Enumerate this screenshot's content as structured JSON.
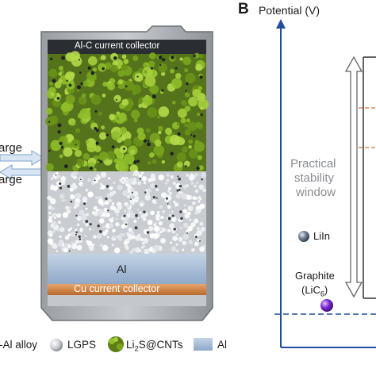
{
  "left_arrows": {
    "upper_label": "arge",
    "lower_label": "arge"
  },
  "cell": {
    "top_collector_label": "Al-C current collector",
    "anode_label": "Al",
    "bottom_collector_label": "Cu current collector"
  },
  "legend": {
    "alloy_label": "-Al alloy",
    "lgps_label": "LGPS",
    "li2s_prefix": "Li",
    "li2s_sub": "2",
    "li2s_suffix": "S@CNTs",
    "al_label": "Al"
  },
  "panel_b": {
    "letter": "B",
    "axis_label": "Potential (V)",
    "window_line1": "Practical",
    "window_line2": "stability",
    "window_line3": "window",
    "liin_label": "LiIn",
    "graphite_label": "Graphite",
    "lic6_prefix": "(LiC",
    "lic6_sub": "6",
    "lic6_suffix": ")"
  },
  "colors": {
    "li2s_green": "#6f9a1c",
    "lgps_white": "#e6e9ec",
    "al_blue": "#a9bfd8",
    "cu_orange": "#d0874a",
    "axis_blue": "#1f4f9a",
    "arrow_outline": "#666666",
    "dash_orange": "#e08a5a"
  }
}
